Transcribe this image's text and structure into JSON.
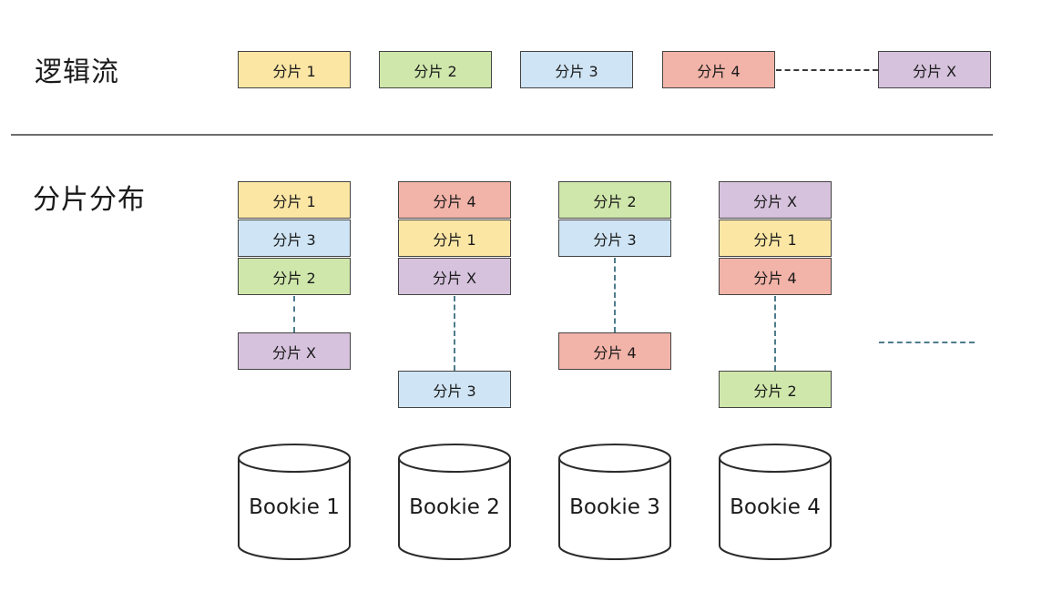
{
  "labels": {
    "logical_stream": "逻辑流",
    "segment_distribution": "分片分布"
  },
  "logical_stream": [
    {
      "text": "分片 1",
      "color": "yellow"
    },
    {
      "text": "分片 2",
      "color": "green"
    },
    {
      "text": "分片 3",
      "color": "blue"
    },
    {
      "text": "分片 4",
      "color": "red"
    },
    {
      "text": "分片 X",
      "color": "purple"
    }
  ],
  "bookies": [
    {
      "name": "Bookie 1",
      "segments": [
        {
          "text": "分片 1",
          "color": "yellow"
        },
        {
          "text": "分片 3",
          "color": "blue"
        },
        {
          "text": "分片 2",
          "color": "green"
        },
        {
          "text": "分片 X",
          "color": "purple"
        }
      ]
    },
    {
      "name": "Bookie 2",
      "segments": [
        {
          "text": "分片 4",
          "color": "red"
        },
        {
          "text": "分片 1",
          "color": "yellow"
        },
        {
          "text": "分片 X",
          "color": "purple"
        },
        {
          "text": "分片 3",
          "color": "blue"
        }
      ]
    },
    {
      "name": "Bookie 3",
      "segments": [
        {
          "text": "分片 2",
          "color": "green"
        },
        {
          "text": "分片 3",
          "color": "blue"
        },
        {
          "text": "分片 4",
          "color": "red"
        }
      ]
    },
    {
      "name": "Bookie 4",
      "segments": [
        {
          "text": "分片 X",
          "color": "purple"
        },
        {
          "text": "分片 1",
          "color": "yellow"
        },
        {
          "text": "分片 4",
          "color": "red"
        },
        {
          "text": "分片 2",
          "color": "green"
        }
      ]
    }
  ],
  "colors": {
    "yellow": "#fbe6a4",
    "green": "#cfe7ab",
    "blue": "#cfe4f4",
    "red": "#f2b3a8",
    "purple": "#d6c2dd"
  }
}
